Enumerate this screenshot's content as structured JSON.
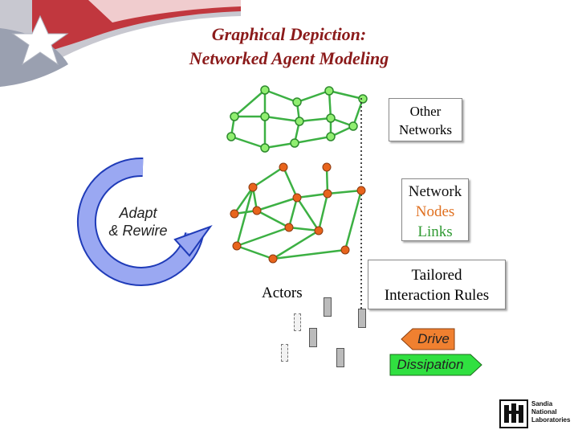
{
  "title": {
    "line1": "Graphical Depiction:",
    "line2": "Networked Agent Modeling"
  },
  "other_networks_label": {
    "line1": "Other",
    "line2": "Networks"
  },
  "network_legend": {
    "network": "Network",
    "nodes": "Nodes",
    "links": "Links"
  },
  "cycle_label": {
    "line1": "Adapt",
    "line2": "& Rewire"
  },
  "actors_label": "Actors",
  "interaction_box": {
    "line1": "Tailored",
    "line2": "Interaction Rules"
  },
  "drive_label": "Drive",
  "dissipation_label": "Dissipation",
  "logo_text": "Sandia National Laboratories",
  "colors": {
    "title": "#8b1a1a",
    "link_green": "#3cb043",
    "other_node_fill": "#90ee70",
    "actor_node_fill": "#e8641c",
    "cycle_blue": "#5a6fe0",
    "drive_arrow": "#f08030",
    "dissipation_arrow": "#30e040",
    "nodes_text": "#e07020",
    "links_text": "#2f9a32"
  },
  "icons": {
    "banner": "flag-star-banner",
    "cycle": "circular-arrow-icon",
    "logo": "sandia-thunderbird-logo"
  }
}
